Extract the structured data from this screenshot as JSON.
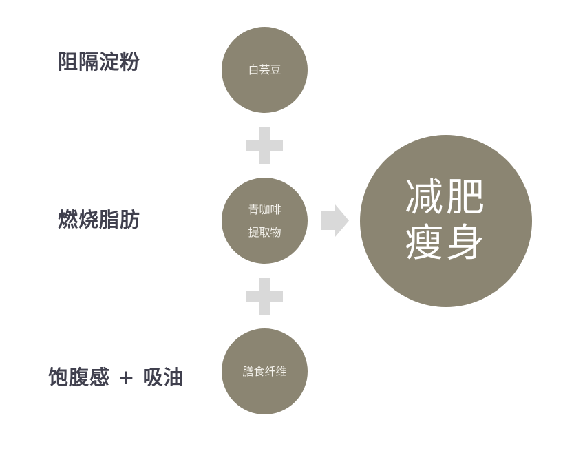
{
  "colors": {
    "circle_fill": "#8b8572",
    "connector_gray": "#d9d9d9",
    "label_text": "#40404e",
    "circle_text": "#f4f2ec"
  },
  "rows": [
    {
      "label": "阻隔淀粉",
      "ingredient_lines": [
        "白芸豆"
      ]
    },
    {
      "label": "燃烧脂肪",
      "ingredient_lines": [
        "青咖啡",
        "提取物"
      ]
    },
    {
      "label": "饱腹感 + 吸油",
      "ingredient_lines": [
        "膳食纤维"
      ]
    }
  ],
  "connectors": {
    "plus_icon": "plus-icon",
    "arrow_icon": "arrow-right-icon"
  },
  "result": {
    "lines": [
      "减肥",
      "瘦身"
    ]
  }
}
